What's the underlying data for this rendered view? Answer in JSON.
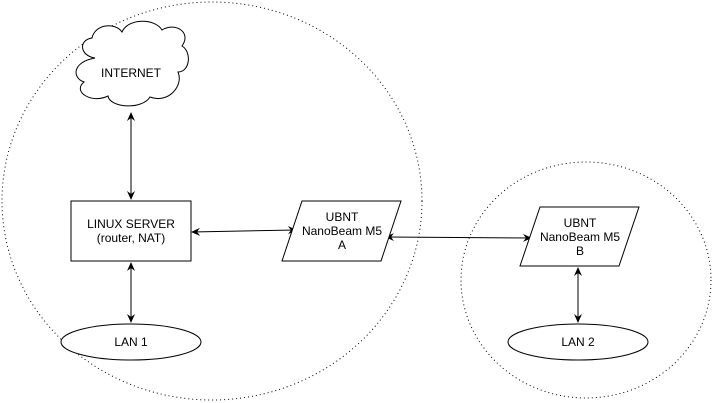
{
  "diagram": {
    "nodes": {
      "internet": {
        "label": "INTERNET"
      },
      "linux_server": {
        "line1": "LINUX SERVER",
        "line2": "(router, NAT)"
      },
      "nanobeam_a": {
        "line1": "UBNT",
        "line2": "NanoBeam M5",
        "line3": "A"
      },
      "nanobeam_b": {
        "line1": "UBNT",
        "line2": "NanoBeam M5",
        "line3": "B"
      },
      "lan1": {
        "label": "LAN 1"
      },
      "lan2": {
        "label": "LAN 2"
      }
    },
    "edges": [
      {
        "from": "internet",
        "to": "linux_server",
        "bidirectional": true
      },
      {
        "from": "linux_server",
        "to": "lan1",
        "bidirectional": true
      },
      {
        "from": "linux_server",
        "to": "nanobeam_a",
        "bidirectional": true
      },
      {
        "from": "nanobeam_a",
        "to": "nanobeam_b",
        "bidirectional": true
      },
      {
        "from": "nanobeam_b",
        "to": "lan2",
        "bidirectional": true
      }
    ],
    "groups": [
      {
        "name": "site-a",
        "style": "dotted-circle"
      },
      {
        "name": "site-b",
        "style": "dotted-circle"
      }
    ]
  }
}
